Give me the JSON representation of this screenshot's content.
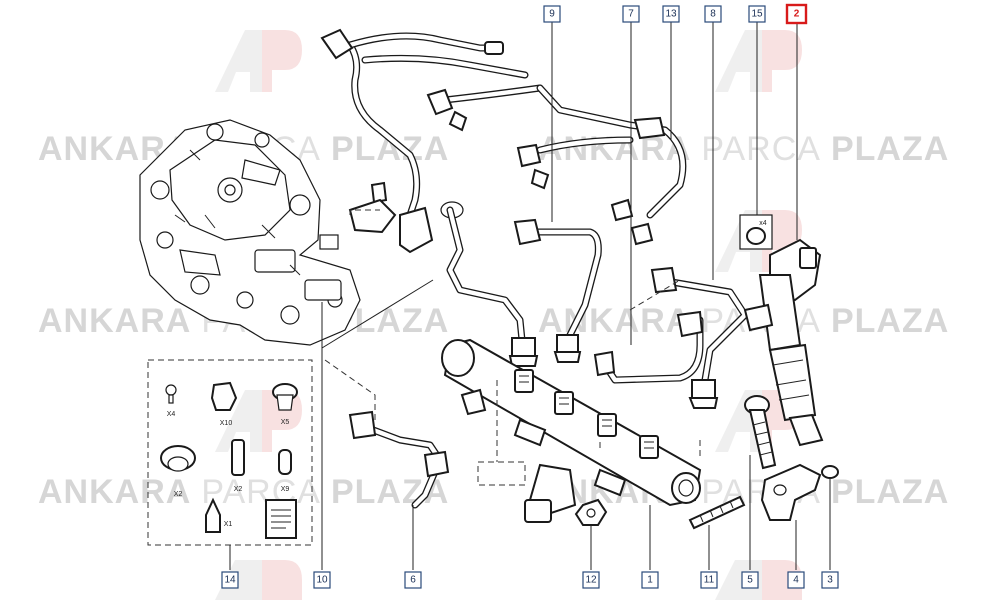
{
  "watermark": {
    "logo_text": "AP",
    "brand_bold_1": "ANKARA",
    "brand_light": "PARCA",
    "brand_bold_2": "PLAZA",
    "colors": {
      "logo_red": "#f3c9c9",
      "logo_gray": "#e2e2e2",
      "text": "#d6d6d6"
    }
  },
  "callouts": [
    {
      "id": "9",
      "label": "9",
      "highlight": false
    },
    {
      "id": "7",
      "label": "7",
      "highlight": false
    },
    {
      "id": "13",
      "label": "13",
      "highlight": false
    },
    {
      "id": "8",
      "label": "8",
      "highlight": false
    },
    {
      "id": "15",
      "label": "15",
      "highlight": false
    },
    {
      "id": "2",
      "label": "2",
      "highlight": true
    },
    {
      "id": "14",
      "label": "14",
      "highlight": false
    },
    {
      "id": "10",
      "label": "10",
      "highlight": false
    },
    {
      "id": "6",
      "label": "6",
      "highlight": false
    },
    {
      "id": "12",
      "label": "12",
      "highlight": false
    },
    {
      "id": "1",
      "label": "1",
      "highlight": false
    },
    {
      "id": "11",
      "label": "11",
      "highlight": false
    },
    {
      "id": "5",
      "label": "5",
      "highlight": false
    },
    {
      "id": "4",
      "label": "4",
      "highlight": false
    },
    {
      "id": "3",
      "label": "3",
      "highlight": false
    }
  ],
  "kit_items": [
    {
      "id": "x4",
      "label": "X4"
    },
    {
      "id": "x10",
      "label": "X10"
    },
    {
      "id": "x5",
      "label": "X5"
    },
    {
      "id": "x2a",
      "label": "X2"
    },
    {
      "id": "x2b",
      "label": "X2"
    },
    {
      "id": "x9",
      "label": "X9"
    },
    {
      "id": "x1",
      "label": "X1"
    }
  ],
  "ring_label": "x4",
  "colors": {
    "callout_border": "#2a4a7a",
    "callout_highlight": "#d81a1a",
    "line": "#1a1a1a"
  }
}
